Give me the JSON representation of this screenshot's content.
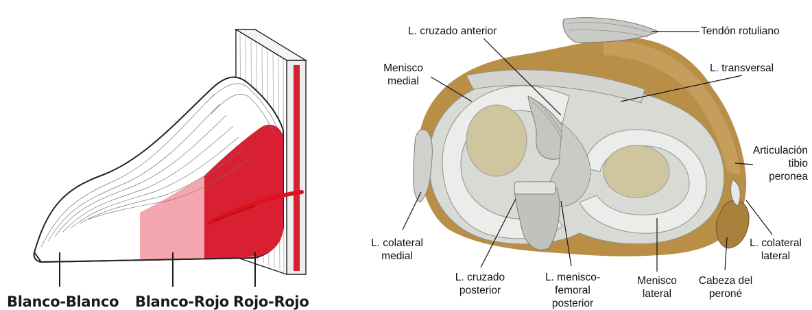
{
  "zones": {
    "white_white": "Blanco-Blanco",
    "white_red": "Blanco-Rojo",
    "red_red": "Rojo-Rojo"
  },
  "labels": {
    "acl": "L. cruzado anterior",
    "patellar_tendon": "Tendón rotuliano",
    "medial_meniscus_1": "Menisco",
    "medial_meniscus_2": "medial",
    "transverse_lig": "L. transversal",
    "tibfib_joint_1": "Articulación",
    "tibfib_joint_2": "tibio",
    "tibfib_joint_3": "peronea",
    "mcl_1": "L. colateral",
    "mcl_2": "medial",
    "lcl_1": "L. colateral",
    "lcl_2": "lateral",
    "pcl_1": "L. cruzado",
    "pcl_2": "posterior",
    "mfl_1": "L. menisco-",
    "mfl_2": "femoral",
    "mfl_3": "posterior",
    "lateral_meniscus_1": "Menisco",
    "lateral_meniscus_2": "lateral",
    "fibular_head_1": "Cabeza del",
    "fibular_head_2": "peroné"
  },
  "colors": {
    "white_zone": "#ffffff",
    "white_red_zone": "#f4a6ae",
    "red_red_zone": "#d91f32",
    "vessel": "#e0101e",
    "bone": "#b8904a",
    "cartilage": "#d9dbd8"
  }
}
